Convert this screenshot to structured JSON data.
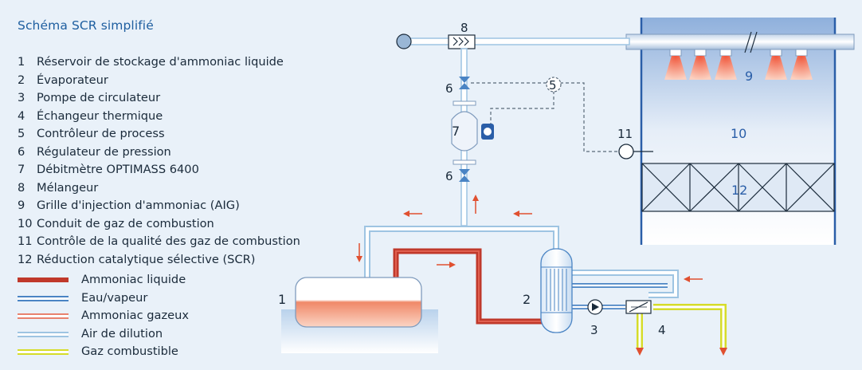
{
  "title": "Schéma SCR simplifié",
  "legend_items": [
    {
      "num": "1",
      "label": "Réservoir de stockage d'ammoniac liquide"
    },
    {
      "num": "2",
      "label": "Évaporateur"
    },
    {
      "num": "3",
      "label": "Pompe de circulateur"
    },
    {
      "num": "4",
      "label": "Échangeur thermique"
    },
    {
      "num": "5",
      "label": "Contrôleur de process"
    },
    {
      "num": "6",
      "label": "Régulateur de pression"
    },
    {
      "num": "7",
      "label": "Débitmètre OPTIMASS 6400"
    },
    {
      "num": "8",
      "label": "Mélangeur"
    },
    {
      "num": "9",
      "label": "Grille d'injection d'ammoniac (AIG)"
    },
    {
      "num": "10",
      "label": "Conduit de gaz de combustion"
    },
    {
      "num": "11",
      "label": "Contrôle de la qualité des gaz de combustion"
    },
    {
      "num": "12",
      "label": "Réduction catalytique sélective (SCR)"
    }
  ],
  "line_legend": [
    {
      "label": "Ammoniac liquide",
      "color": "#c0392b"
    },
    {
      "label": "Eau/vapeur",
      "color": "#4a84c4"
    },
    {
      "label": "Ammoniac gazeux",
      "color": "#e8826f"
    },
    {
      "label": "Air de dilution",
      "color": "#9ec4e2"
    },
    {
      "label": "Gaz combustible",
      "color": "#d6dc2a"
    }
  ],
  "diagram_labels": {
    "tank": "1",
    "evaporator": "2",
    "pump": "3",
    "exchanger": "4",
    "controller": "5",
    "regulator_top": "6",
    "regulator_bottom": "6",
    "flowmeter": "7",
    "mixer": "8",
    "injection_grid": "9",
    "duct": "10",
    "quality_control": "11",
    "scr": "12"
  },
  "colors": {
    "title": "#1f5fa0",
    "duct_border": "#2a5ea8",
    "arrow": "#e05030"
  }
}
